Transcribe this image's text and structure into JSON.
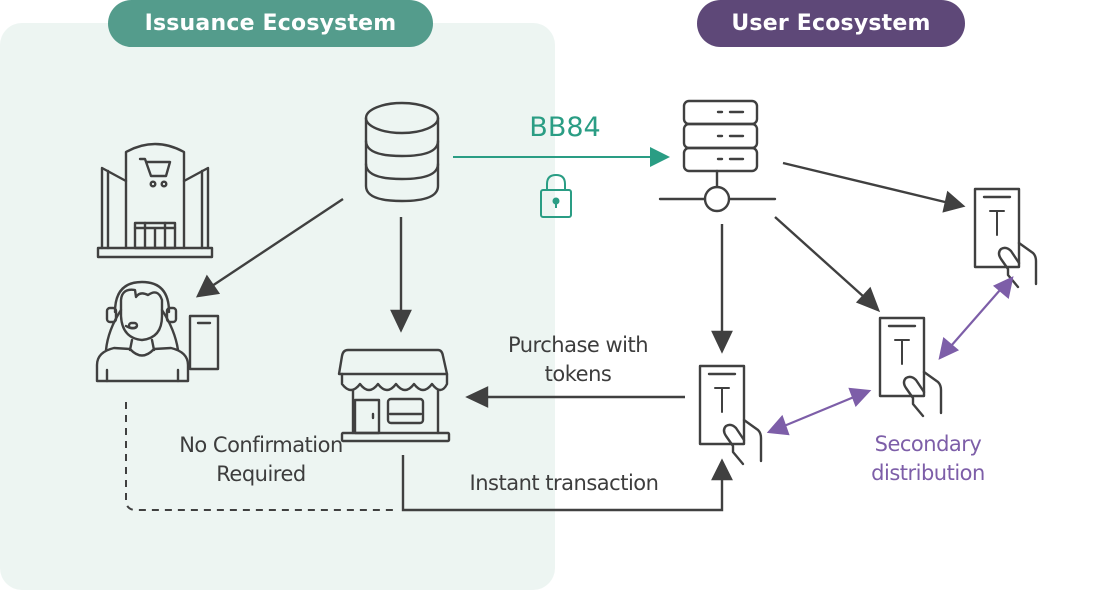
{
  "colors": {
    "issuance_accent": "#549c8c",
    "issuance_panel_bg": "#edf5f2",
    "user_accent": "#5e4878",
    "teal_arrow": "#2a9d84",
    "purple_arrow": "#7d5ea8",
    "line_dark": "#404040"
  },
  "sections": {
    "issuance": {
      "title": "Issuance Ecosystem"
    },
    "user": {
      "title": "User Ecosystem"
    }
  },
  "nodes": {
    "issuer_database": {
      "icon": "database-icon"
    },
    "shopping_mall": {
      "icon": "shopping-mall-icon"
    },
    "support_agent": {
      "icon": "support-agent-icon"
    },
    "agent_device": {
      "icon": "mobile-device-icon"
    },
    "merchant_store": {
      "icon": "store-icon"
    },
    "user_server": {
      "icon": "server-network-icon"
    },
    "wallet_main": {
      "icon": "token-wallet-phone-icon",
      "token_letter": "T"
    },
    "wallet_middle": {
      "icon": "token-wallet-phone-icon",
      "token_letter": "T"
    },
    "wallet_top": {
      "icon": "token-wallet-phone-icon",
      "token_letter": "T"
    },
    "lock": {
      "icon": "lock-icon"
    }
  },
  "labels": {
    "protocol": "BB84",
    "purchase_line1": "Purchase with",
    "purchase_line2": "tokens",
    "no_confirm_line1": "No Confirmation",
    "no_confirm_line2": "Required",
    "instant": "Instant transaction",
    "secondary_line1": "Secondary",
    "secondary_line2": "distribution"
  },
  "edges": [
    {
      "from": "issuer_database",
      "to": "user_server",
      "label": "BB84",
      "style": "teal"
    },
    {
      "from": "issuer_database",
      "to": "support_agent",
      "style": "solid"
    },
    {
      "from": "issuer_database",
      "to": "merchant_store",
      "style": "solid"
    },
    {
      "from": "user_server",
      "to": "wallet_main",
      "style": "solid"
    },
    {
      "from": "user_server",
      "to": "wallet_middle",
      "style": "solid"
    },
    {
      "from": "user_server",
      "to": "wallet_top",
      "style": "solid"
    },
    {
      "from": "wallet_main",
      "to": "merchant_store",
      "label": "Purchase with tokens",
      "style": "solid"
    },
    {
      "from": "merchant_store",
      "to": "wallet_main",
      "label": "Instant transaction",
      "style": "solid"
    },
    {
      "from": "support_agent",
      "to": "merchant_store",
      "label": "No Confirmation Required",
      "style": "dashed"
    },
    {
      "from": "wallet_main",
      "to": "wallet_middle",
      "style": "purple-bidirectional"
    },
    {
      "from": "wallet_middle",
      "to": "wallet_top",
      "style": "purple-bidirectional"
    }
  ]
}
